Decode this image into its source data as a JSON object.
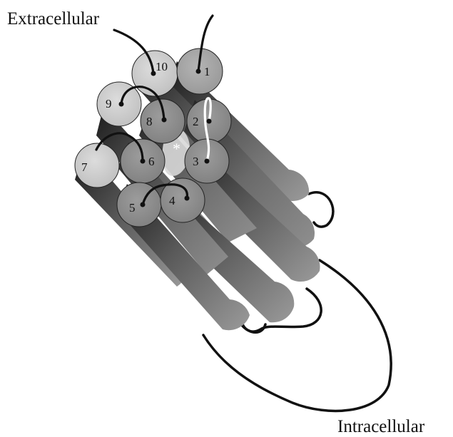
{
  "labels": {
    "extracellular": "Extracellular",
    "intracellular": "Intracellular",
    "cavity_marker": "*"
  },
  "helices": [
    {
      "number": "1"
    },
    {
      "number": "2"
    },
    {
      "number": "3"
    },
    {
      "number": "4"
    },
    {
      "number": "5"
    },
    {
      "number": "6"
    },
    {
      "number": "7"
    },
    {
      "number": "8"
    },
    {
      "number": "9"
    },
    {
      "number": "10"
    }
  ],
  "colors": {
    "helix_top_light": "#d2d2d2",
    "helix_top_mid": "#a8a8a8",
    "helix_top_dark": "#8a8a8a",
    "helix_body_dark": "#1f1f1f",
    "helix_body_mid": "#6f6f6f",
    "helix_body_light": "#9a9a9a",
    "loop_stroke": "#111111",
    "highlight_loop": "#ffffff"
  }
}
